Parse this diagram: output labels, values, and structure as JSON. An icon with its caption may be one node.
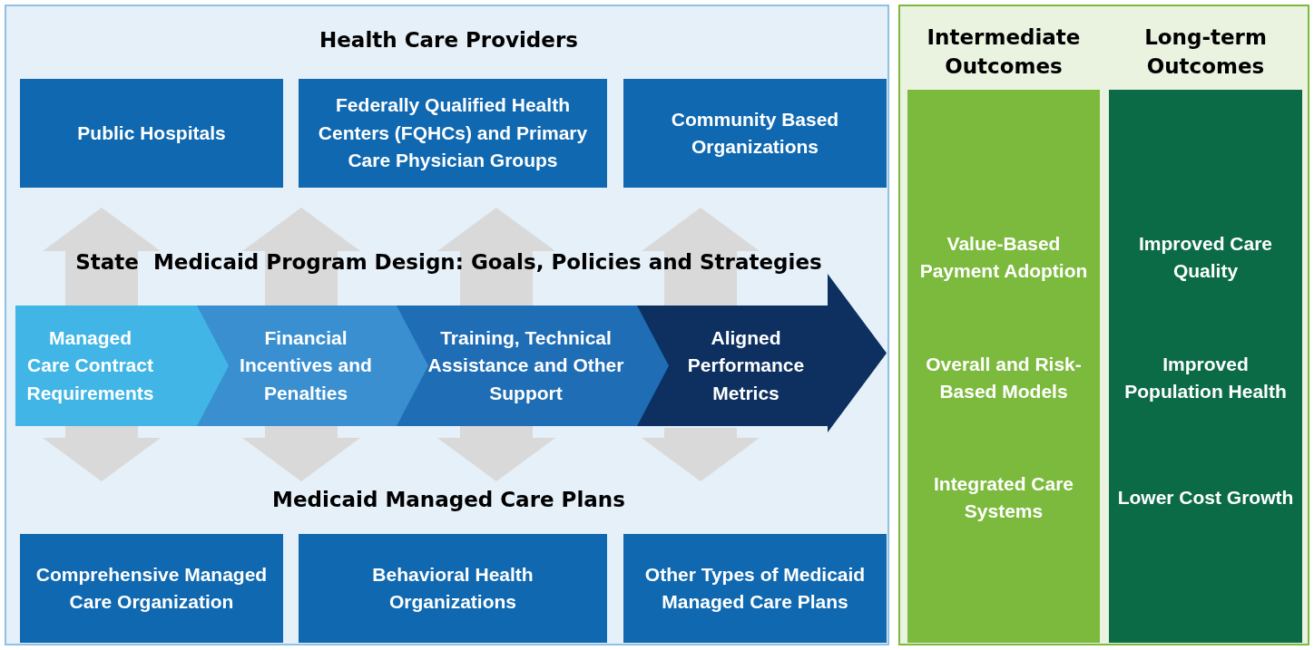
{
  "diagram": {
    "nodes": [
      {
        "text": [],
        "shape": "box"
      },
      {
        "text": [
          "Health Care Providers"
        ],
        "in": 0
      },
      {
        "text": [
          "Public Hospitals"
        ],
        "in": 1
      },
      {
        "text": [
          "Federally Qualified Health Centers (FQHCs) and Primary Care Physician Groups"
        ],
        "in": 1
      },
      {
        "text": [
          "Community Based Organizations"
        ],
        "in": 1
      },
      {
        "text": [
          "State  Medicaid Program Design: Goals, Policies and Strategies"
        ],
        "in": 0
      },
      {
        "text": [
          "Managed Care Contract Requirements"
        ],
        "in": 5
      },
      {
        "text": [
          "Financial Incentives and Penalties"
        ],
        "in": 5
      },
      {
        "text": [
          "Training, Technical Assistance and Other Support"
        ],
        "in": 5
      },
      {
        "text": [
          "Aligned Performance Metrics"
        ],
        "in": 5
      },
      {
        "text": [
          "Medicaid Managed Care Plans"
        ],
        "in": 0
      },
      {
        "text": [
          "Comprehensive Managed Care Organization"
        ],
        "in": 10
      },
      {
        "text": [
          "Behavioral Health Organizations"
        ],
        "in": 10
      },
      {
        "text": [
          "Other Types of Medicaid Managed Care Plans"
        ],
        "in": 10
      },
      {
        "text": [],
        "shape": "box"
      },
      {
        "text": [
          "Intermediate Outcomes"
        ],
        "in": 14
      },
      {
        "text": [
          "Value-Based Payment Adoption"
        ],
        "in": 15
      },
      {
        "text": [
          "Overall and Risk-Based Models"
        ],
        "in": 15
      },
      {
        "text": [
          "Integrated Care Systems"
        ],
        "in": 15
      },
      {
        "text": [
          "Long-term Outcomes"
        ],
        "in": 14
      },
      {
        "text": [
          "Improved Care Quality"
        ],
        "in": 19
      },
      {
        "text": [
          "Improved Population Health"
        ],
        "in": 19
      },
      {
        "text": [
          "Lower Cost Growth"
        ],
        "in": 19
      }
    ],
    "edges": [
      {
        "from": 6,
        "to": 1,
        "arrow": "to",
        "color": "#d9d9d9"
      },
      {
        "from": 7,
        "to": 1,
        "arrow": "to",
        "color": "#d9d9d9"
      },
      {
        "from": 8,
        "to": 1,
        "arrow": "to",
        "color": "#d9d9d9"
      },
      {
        "from": 9,
        "to": 1,
        "arrow": "to",
        "color": "#d9d9d9"
      },
      {
        "from": 6,
        "to": 10,
        "arrow": "to",
        "color": "#d9d9d9"
      },
      {
        "from": 7,
        "to": 10,
        "arrow": "to",
        "color": "#d9d9d9"
      },
      {
        "from": 8,
        "to": 10,
        "arrow": "to",
        "color": "#d9d9d9"
      },
      {
        "from": 9,
        "to": 10,
        "arrow": "to",
        "color": "#d9d9d9"
      }
    ]
  }
}
